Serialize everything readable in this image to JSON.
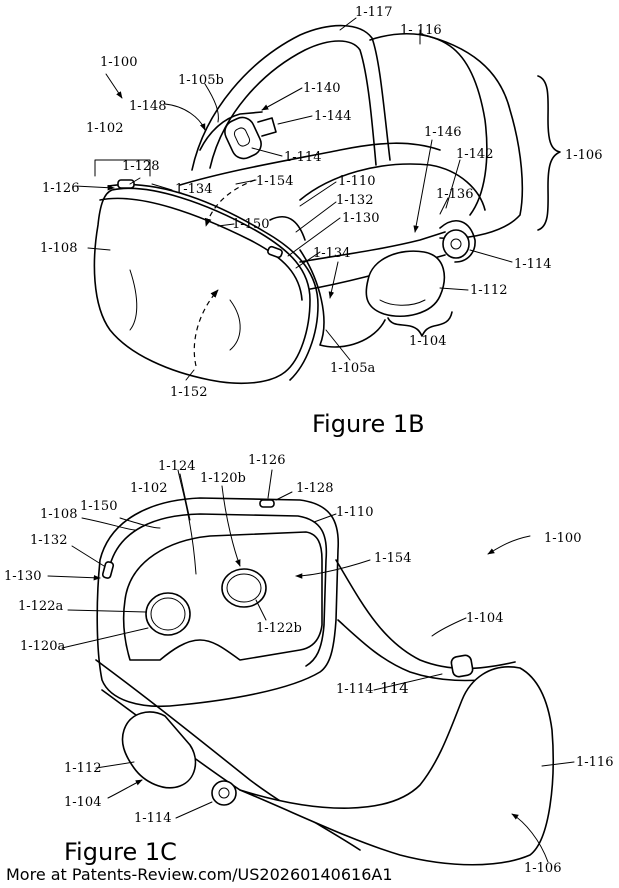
{
  "figures": {
    "fig_1b": {
      "title": "Figure 1B",
      "labels": {
        "l_1_100": "1-100",
        "l_1_102": "1-102",
        "l_1_104": "1-104",
        "l_1_105a": "1-105a",
        "l_1_105b": "1-105b",
        "l_1_106": "1-106",
        "l_1_108": "1-108",
        "l_1_110": "1-110",
        "l_1_112": "1-112",
        "l_1_114_a": "1-114",
        "l_1_114_b": "1-114",
        "l_1_116": "1- 116",
        "l_1_117": "1-117",
        "l_1_126": "1-126",
        "l_1_128": "1-128",
        "l_1_130": "1-130",
        "l_1_132": "1-132",
        "l_1_134_a": "1-134",
        "l_1_134_b": "1-134",
        "l_1_136": "1-136",
        "l_1_140": "1-140",
        "l_1_142": "1-142",
        "l_1_144": "1-144",
        "l_1_146": "1-146",
        "l_1_148": "1-148",
        "l_1_150": "1-150",
        "l_1_152": "1-152",
        "l_1_154": "1-154"
      }
    },
    "fig_1c": {
      "title": "Figure 1C",
      "labels": {
        "l_1_100": "1-100",
        "l_1_102": "1-102",
        "l_1_104_a": "1-104",
        "l_1_104_b": "1-104",
        "l_1_106": "1-106",
        "l_1_108": "1-108",
        "l_1_110": "1-110",
        "l_1_112": "1-112",
        "l_1_114_a": "1-114",
        "l_1_114_b": "1-114",
        "l_114": "114",
        "l_1_116": "1-116",
        "l_1_120a": "1-120a",
        "l_1_120b": "1-120b",
        "l_1_122a": "1-122a",
        "l_1_122b": "1-122b",
        "l_1_124": "1-124",
        "l_1_126": "1-126",
        "l_1_128": "1-128",
        "l_1_130": "1-130",
        "l_1_132": "1-132",
        "l_1_150": "1-150",
        "l_1_154": "1-154"
      }
    }
  },
  "footer": "More at Patents-Review.com/US20260140616A1"
}
